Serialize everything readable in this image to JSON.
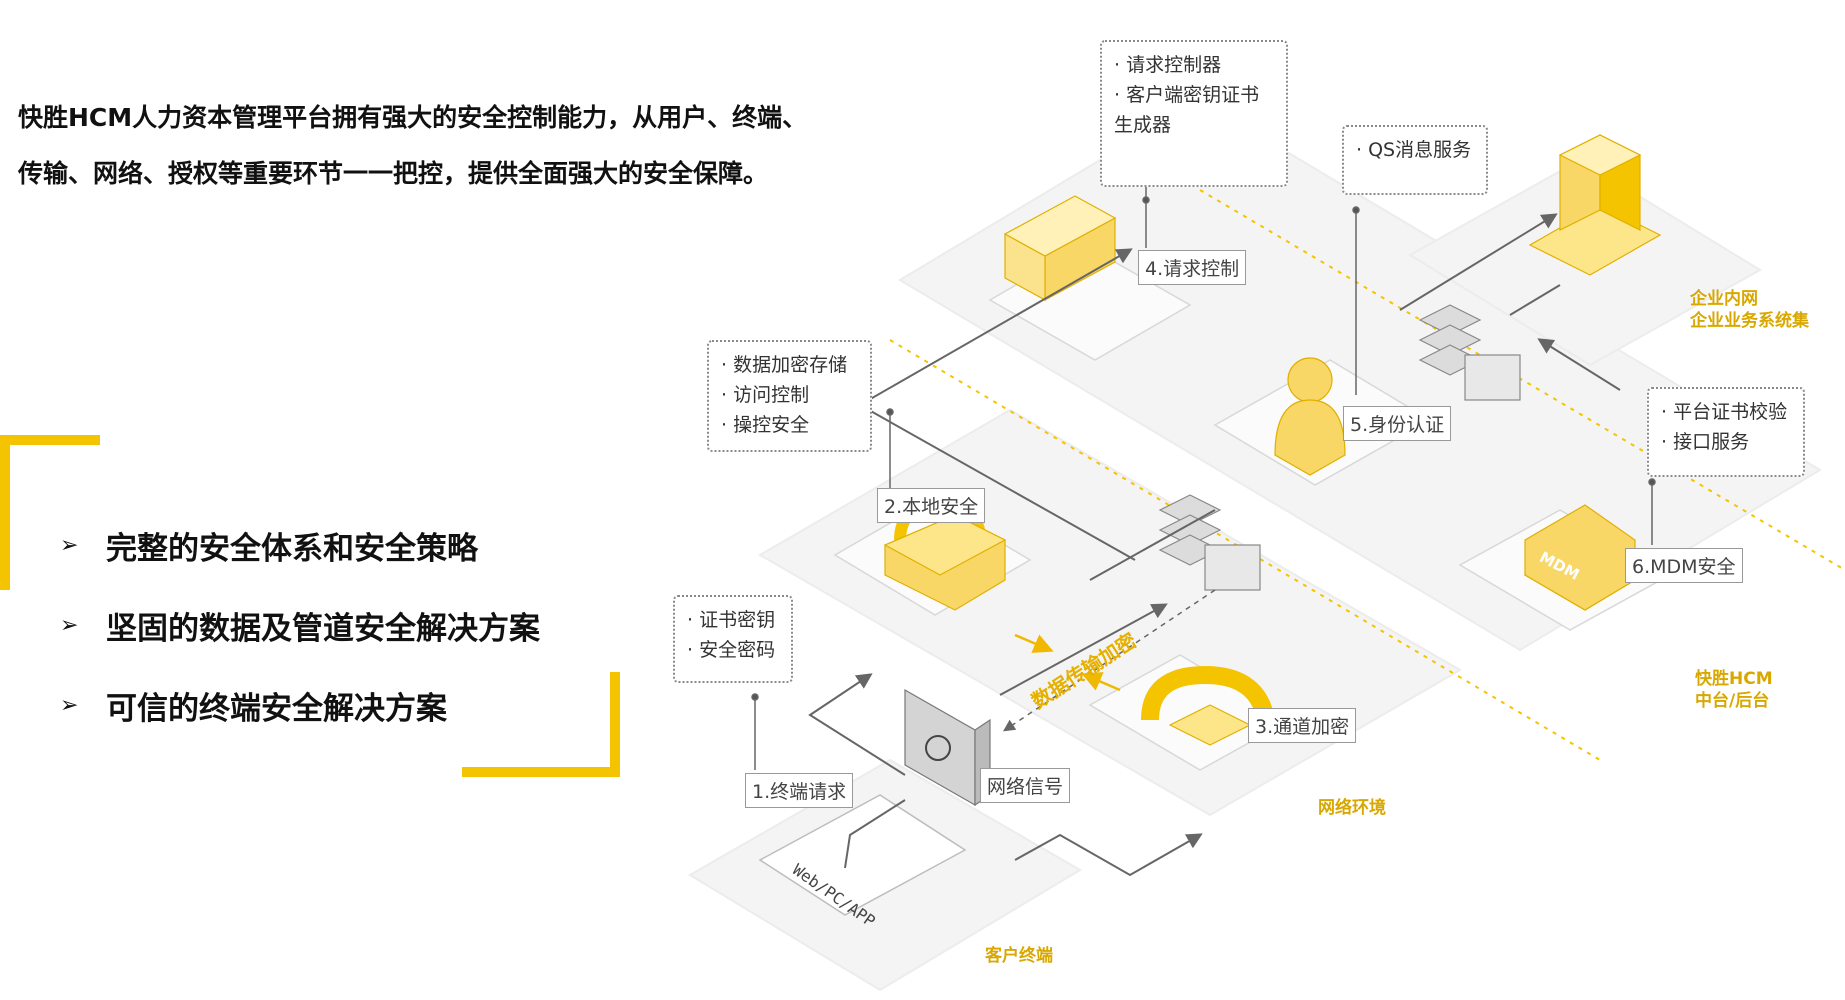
{
  "intro": {
    "line1": "快胜HCM人力资本管理平台拥有强大的安全控制能力，从用户、终端、",
    "line2": "传输、网络、授权等重要环节一一把控，提供全面强大的安全保障。"
  },
  "features": [
    {
      "arrow": "➢",
      "text": "完整的安全体系和安全策略"
    },
    {
      "arrow": "➢",
      "text": "坚固的数据及管道安全解决方案"
    },
    {
      "arrow": "➢",
      "text": "可信的终端安全解决方案"
    }
  ],
  "diagram": {
    "boxes": {
      "request_controller": [
        "· 请求控制器",
        "· 客户端密钥证书",
        "  生成器"
      ],
      "qs": [
        "· QS消息服务"
      ],
      "local": [
        "· 数据加密存储",
        "· 访问控制",
        "· 操控安全"
      ],
      "platform": [
        "· 平台证书校验",
        "· 接口服务"
      ],
      "cert": [
        "· 证书密钥",
        "· 安全密码"
      ]
    },
    "tags": {
      "t1": "1.终端请求",
      "t2": "2.本地安全",
      "t3": "3.通道加密",
      "t4": "4.请求控制",
      "t5": "5.身份认证",
      "t6": "6.MDM安全",
      "signal": "网络信号"
    },
    "zones": {
      "intranet_1": "企业内网",
      "intranet_2": "企业业务系统集",
      "hcm_1": "快胜HCM",
      "hcm_2": "中台/后台",
      "network": "网络环境",
      "client": "客户终端"
    },
    "encrypt_label": "数据传输加密",
    "device_label": "Web/PC/APP",
    "mdm_label": "MDM",
    "colors": {
      "accent": "#f5c400",
      "accent_light": "#fde68a",
      "line": "#666666"
    }
  }
}
